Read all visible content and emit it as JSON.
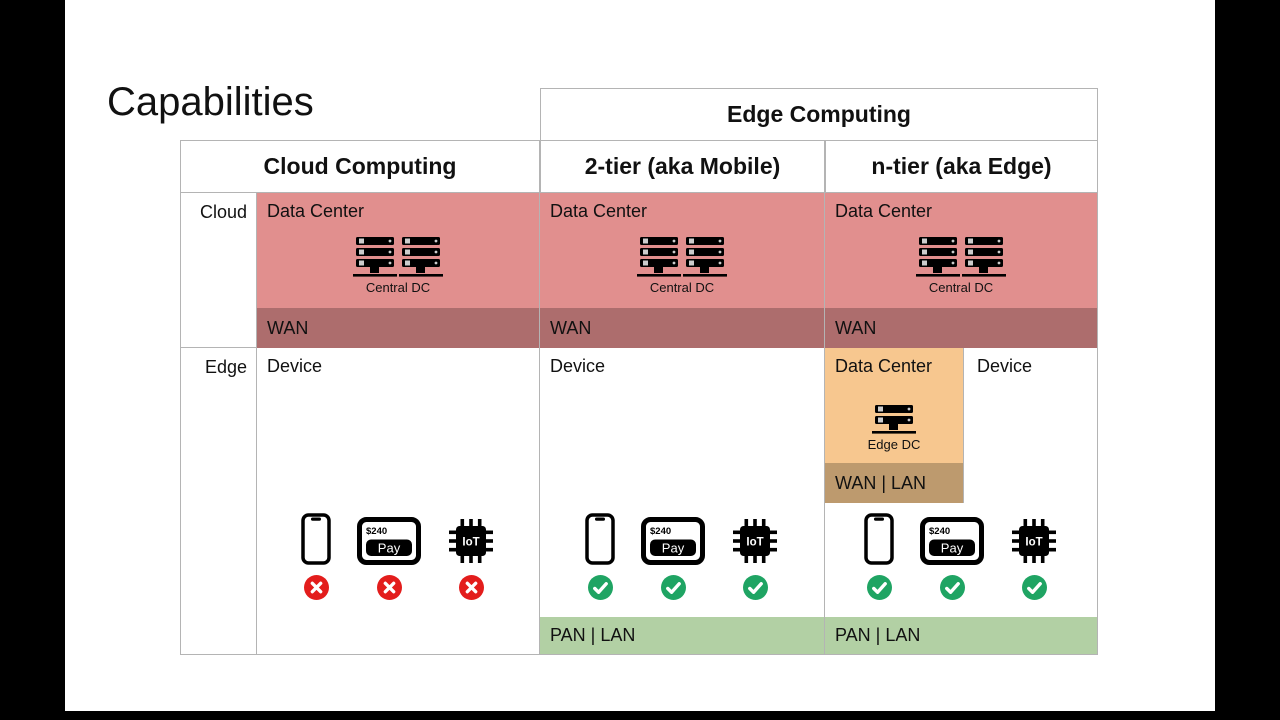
{
  "title": "Capabilities",
  "table": {
    "edge_computing_header": "Edge Computing",
    "columns": [
      {
        "header": "Cloud Computing",
        "device_support": "unsupported"
      },
      {
        "header": "2-tier (aka Mobile)",
        "device_support": "supported"
      },
      {
        "header": "n-tier (aka Edge)",
        "device_support": "supported"
      }
    ],
    "row_labels": {
      "cloud": "Cloud",
      "edge": "Edge"
    },
    "labels": {
      "data_center": "Data Center",
      "central_dc": "Central DC",
      "wan": "WAN",
      "device": "Device",
      "edge_dc": "Edge DC",
      "wan_lan": "WAN | LAN",
      "pan_lan": "PAN | LAN"
    }
  },
  "devices": {
    "phone_icon": "smartphone-icon",
    "pay_amount": "$240",
    "pay_button": "Pay",
    "iot_label": "IoT"
  },
  "colors": {
    "cloud_dc_fill": "#e18f8e",
    "wan_fill": "#ad6d6d",
    "edge_dc_fill": "#f7c78f",
    "wan_lan_fill": "#bd9a6e",
    "pan_lan_fill": "#b2d0a4",
    "supported_green": "#1fa463",
    "unsupported_red": "#e31d1c",
    "table_border": "#b4b4b4",
    "letterbox_black": "#000000"
  }
}
